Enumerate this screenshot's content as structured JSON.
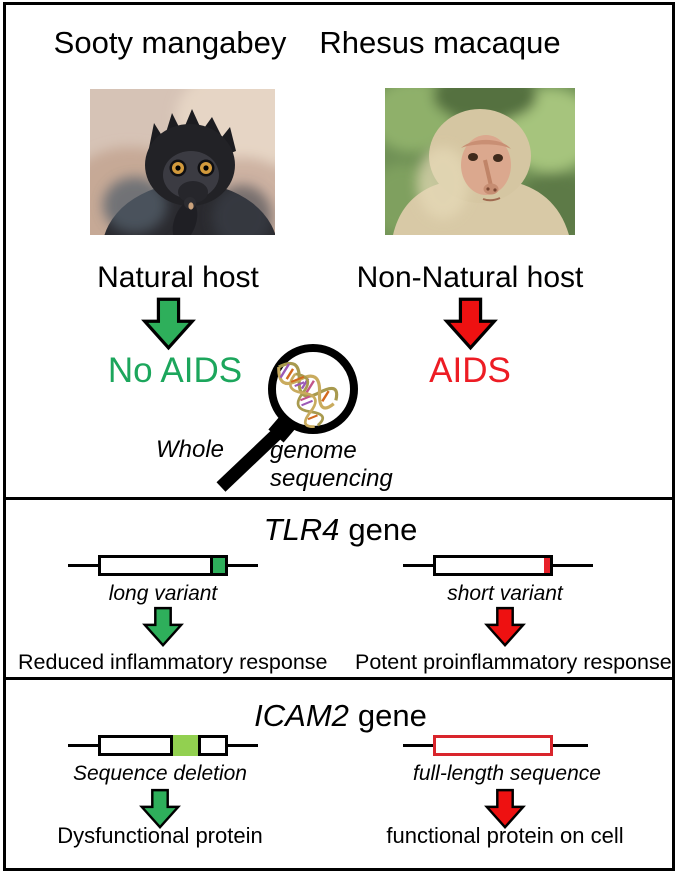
{
  "figure": {
    "top": {
      "left_species": "Sooty mangabey",
      "right_species": "Rhesus macaque",
      "left_host": "Natural host",
      "right_host": "Non-Natural host",
      "left_outcome": "No AIDS",
      "right_outcome": "AIDS",
      "magnifier_caption_left": "Whole",
      "magnifier_caption_right": "genome sequencing"
    },
    "tlr4": {
      "gene_name": "TLR4",
      "gene_word": "gene",
      "left_variant": "long variant",
      "right_variant": "short variant",
      "left_result": "Reduced inflammatory response",
      "right_result": "Potent proinflammatory response"
    },
    "icam2": {
      "gene_name": "ICAM2",
      "gene_word": "gene",
      "left_variant": "Sequence deletion",
      "right_variant": "full-length sequence",
      "left_result": "Dysfunctional protein",
      "right_result": "functional protein on cell"
    }
  },
  "colors": {
    "green_arrow": "#2EAF5B",
    "green_text": "#1CA65C",
    "light_green_block": "#92D050",
    "red_arrow": "#EE1111",
    "red_text": "#ED1C24",
    "red_box_border": "#D9252C"
  }
}
